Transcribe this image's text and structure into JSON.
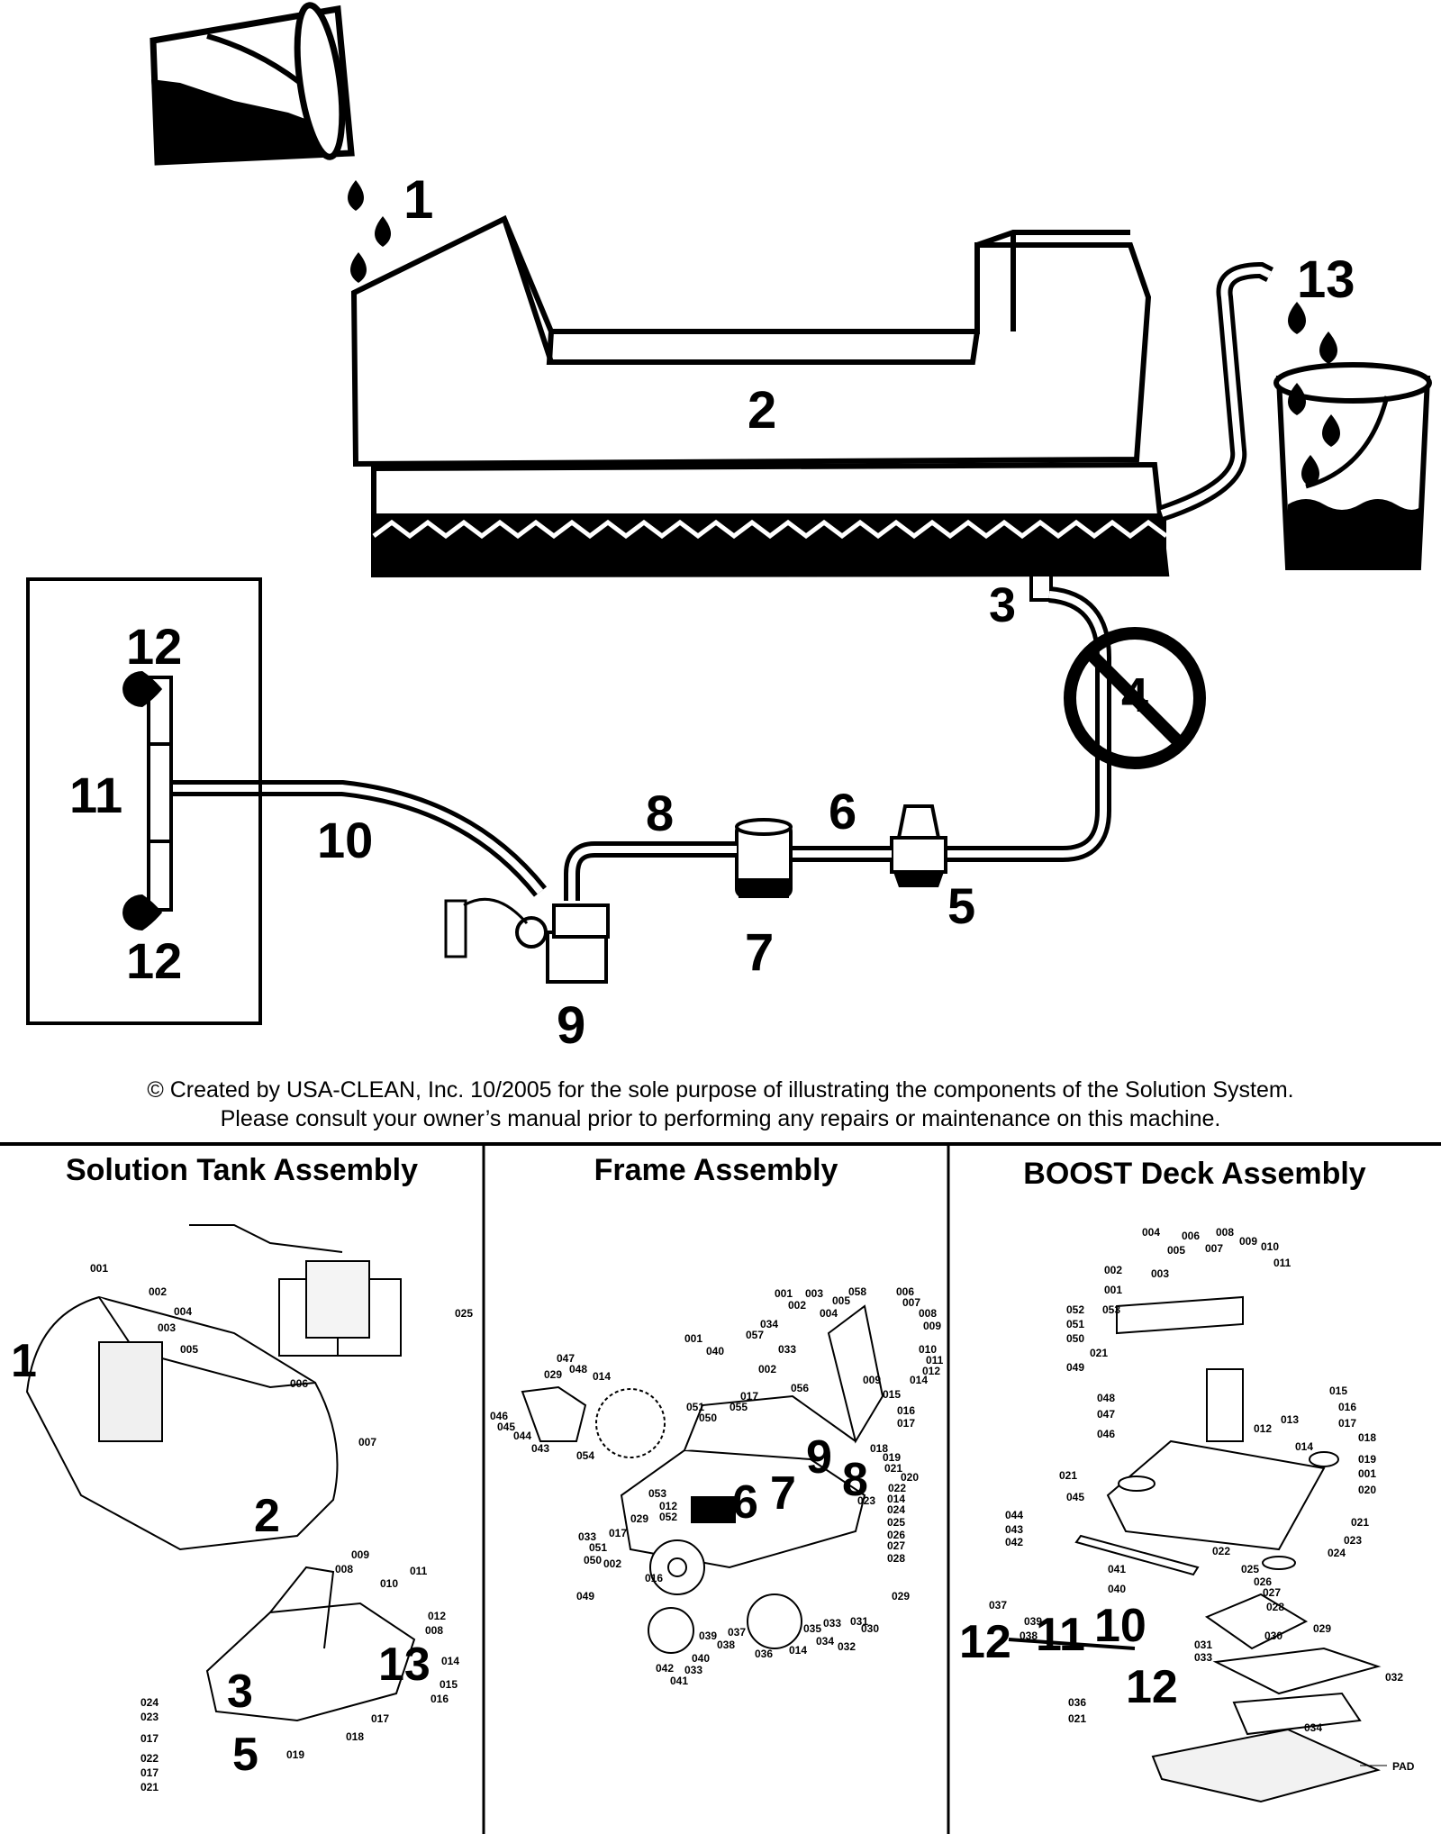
{
  "flow_labels": {
    "n1": "1",
    "n2": "2",
    "n3": "3",
    "n4": "4",
    "n5": "5",
    "n6": "6",
    "n7": "7",
    "n8": "8",
    "n9": "9",
    "n10": "10",
    "n11": "11",
    "n12a": "12",
    "n12b": "12",
    "n13": "13"
  },
  "copyright": {
    "line1": "© Created by USA-CLEAN, Inc. 10/2005 for the sole purpose of illustrating the components of the Solution System.",
    "line2": "Please consult your owner’s manual prior to performing any repairs or maintenance on this machine."
  },
  "panels": {
    "solution_tank": {
      "title": "Solution Tank Assembly",
      "big_labels": [
        "1",
        "2",
        "3",
        "13",
        "5"
      ],
      "part_labels": [
        "001",
        "002",
        "004",
        "003",
        "005",
        "006",
        "007",
        "025",
        "009",
        "008",
        "010",
        "011",
        "012",
        "008",
        "014",
        "015",
        "016",
        "017",
        "018",
        "019",
        "024",
        "023",
        "017",
        "022",
        "017",
        "021"
      ]
    },
    "frame": {
      "title": "Frame Assembly",
      "big_labels": [
        "9",
        "8",
        "6",
        "7"
      ],
      "part_labels": [
        "001",
        "003",
        "002",
        "004",
        "058",
        "005",
        "006",
        "007",
        "008",
        "009",
        "034",
        "057",
        "001",
        "040",
        "033",
        "002",
        "056",
        "010",
        "011",
        "012",
        "014",
        "009",
        "015",
        "047",
        "048",
        "029",
        "014",
        "046",
        "045",
        "044",
        "043",
        "017",
        "051",
        "050",
        "055",
        "016",
        "017",
        "018",
        "019",
        "021",
        "020",
        "022",
        "023",
        "014",
        "054",
        "053",
        "012",
        "052",
        "029",
        "017",
        "033",
        "051",
        "002",
        "050",
        "049",
        "016",
        "024",
        "025",
        "026",
        "027",
        "028",
        "029",
        "039",
        "038",
        "037",
        "036",
        "042",
        "040",
        "033",
        "041",
        "014",
        "034",
        "035",
        "033",
        "032",
        "031",
        "030"
      ]
    },
    "boost_deck": {
      "title": "BOOST Deck Assembly",
      "big_labels": [
        "10",
        "11",
        "12",
        "12"
      ],
      "part_labels": [
        "004",
        "006",
        "008",
        "005",
        "007",
        "009",
        "010",
        "011",
        "002",
        "003",
        "001",
        "052",
        "053",
        "051",
        "050",
        "021",
        "049",
        "048",
        "047",
        "046",
        "015",
        "016",
        "017",
        "018",
        "012",
        "013",
        "014",
        "019",
        "001",
        "020",
        "021",
        "045",
        "044",
        "043",
        "042",
        "021",
        "023",
        "024",
        "041",
        "022",
        "025",
        "026",
        "027",
        "028",
        "040",
        "029",
        "037",
        "039",
        "038",
        "030",
        "031",
        "033",
        "032",
        "036",
        "021",
        "034",
        "PAD"
      ]
    }
  }
}
